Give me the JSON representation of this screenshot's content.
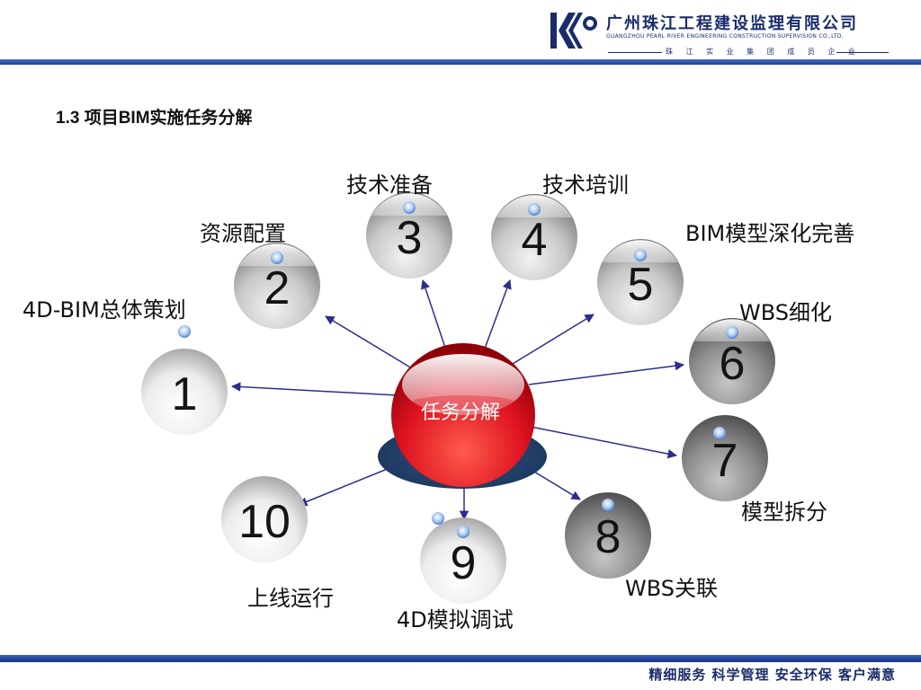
{
  "header": {
    "company_name": "广州珠江工程建设监理有限公司",
    "company_name_en": "GUANGZHOU PEARL RIVER ENGINEERING CONSTRUCTION SUPERVISION CO.,LTD.",
    "motto": "珠 江 实 业 集 团 成 员 企 业"
  },
  "footer": {
    "slogan": "精细服务  科学管理  安全环保  客户满意"
  },
  "slide": {
    "title": "1.3 项目BIM实施任务分解"
  },
  "diagram": {
    "center_label": "任务分解",
    "nodes": [
      {
        "number": "1",
        "label": "4D-BIM总体策划"
      },
      {
        "number": "2",
        "label": "资源配置"
      },
      {
        "number": "3",
        "label": "技术准备"
      },
      {
        "number": "4",
        "label": "技术培训"
      },
      {
        "number": "5",
        "label": "BIM模型深化完善"
      },
      {
        "number": "6",
        "label": "WBS细化"
      },
      {
        "number": "7",
        "label": "模型拆分"
      },
      {
        "number": "8",
        "label": "WBS关联"
      },
      {
        "number": "9",
        "label": "4D模拟调试"
      },
      {
        "number": "10",
        "label": "上线运行"
      }
    ],
    "colors": {
      "arrow": "#2b2f8a",
      "center_red": "#d40f1c",
      "shadow": "#2d4d7a",
      "sphere_light": "#f4f4f4",
      "sphere_dark": "#6f6f6f",
      "bead": "#6fa0e6",
      "brand_blue": "#1a2c6b"
    }
  }
}
